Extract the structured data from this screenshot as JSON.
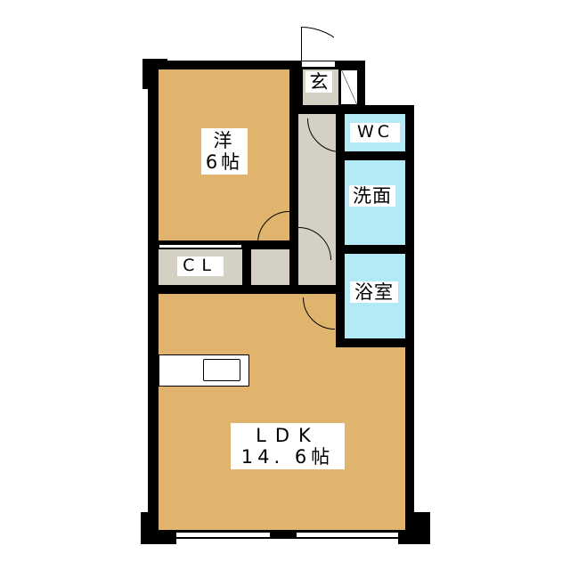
{
  "rooms": {
    "western": {
      "name": "洋",
      "size": "6帖"
    },
    "entrance": {
      "name": "玄"
    },
    "wc": {
      "name": "WC"
    },
    "washroom": {
      "name": "洗面"
    },
    "closet": {
      "name": "CL"
    },
    "bathroom": {
      "name": "浴室"
    },
    "ldk": {
      "name": "LDK",
      "size": "14. 6帖"
    }
  },
  "colors": {
    "room": "#e0b46c",
    "wet": "#b4eaf6",
    "corridor": "#d4d0c4"
  }
}
